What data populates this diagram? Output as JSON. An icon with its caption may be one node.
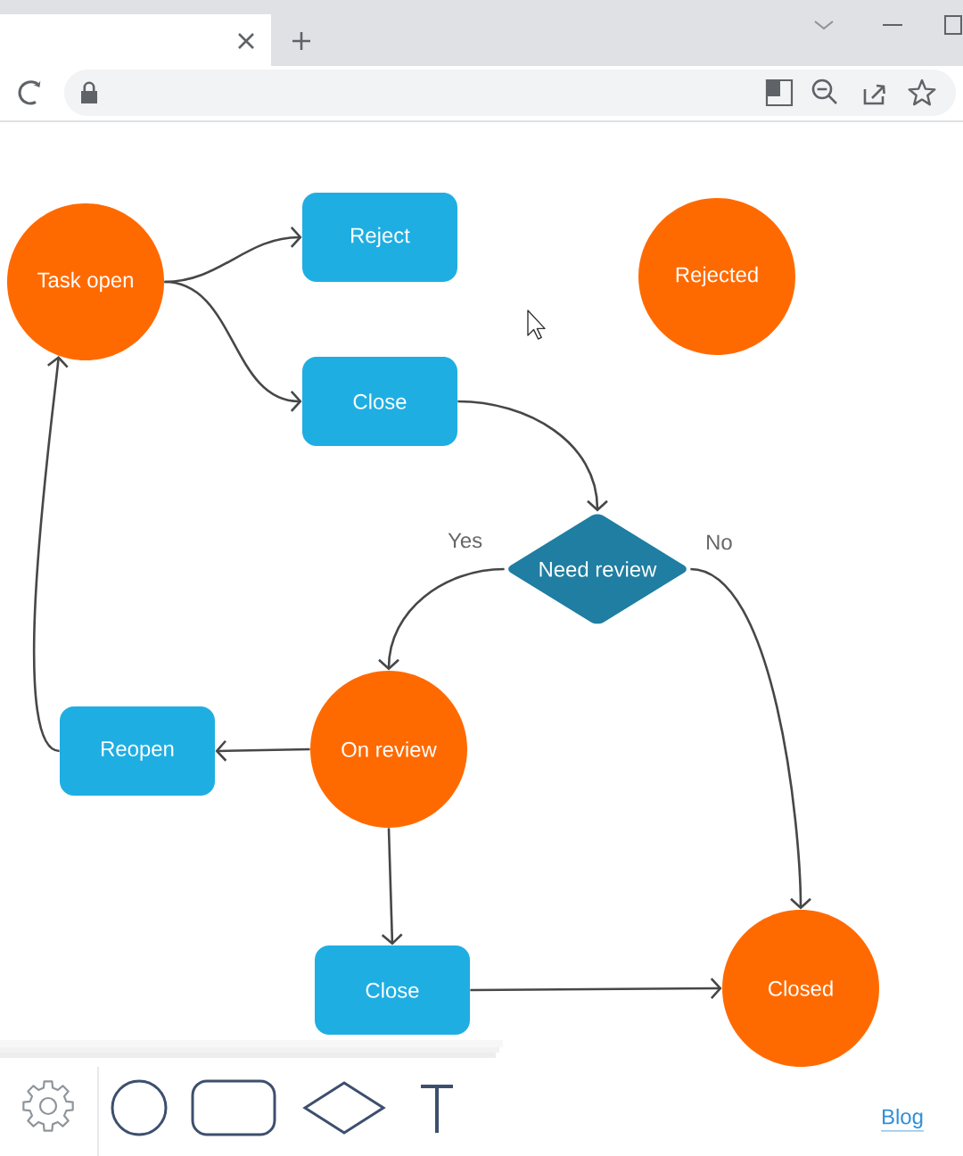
{
  "diagram": {
    "nodes": [
      {
        "text": [
          "Task open"
        ]
      },
      {
        "text": [
          "Reject"
        ]
      },
      {
        "text": [
          "Rejected"
        ]
      },
      {
        "text": [
          "Close"
        ]
      },
      {
        "text": [
          "Need review"
        ]
      },
      {
        "text": [
          "Reopen"
        ]
      },
      {
        "text": [
          "On review"
        ]
      },
      {
        "text": [
          "Close"
        ]
      },
      {
        "text": [
          "Closed"
        ]
      }
    ],
    "edges": [
      {
        "from": 0,
        "to": 1,
        "arrow": "to"
      },
      {
        "from": 0,
        "to": 3,
        "arrow": "to"
      },
      {
        "from": 3,
        "to": 4,
        "arrow": "to"
      },
      {
        "from": 4,
        "to": 6,
        "arrow": "to",
        "label": "Yes"
      },
      {
        "from": 4,
        "to": 8,
        "arrow": "to",
        "label": "No"
      },
      {
        "from": 6,
        "to": 5,
        "arrow": "to"
      },
      {
        "from": 5,
        "to": 0,
        "arrow": "to"
      },
      {
        "from": 6,
        "to": 7,
        "arrow": "to"
      },
      {
        "from": 7,
        "to": 8,
        "arrow": "to"
      }
    ],
    "labels": [
      "Blog"
    ]
  }
}
